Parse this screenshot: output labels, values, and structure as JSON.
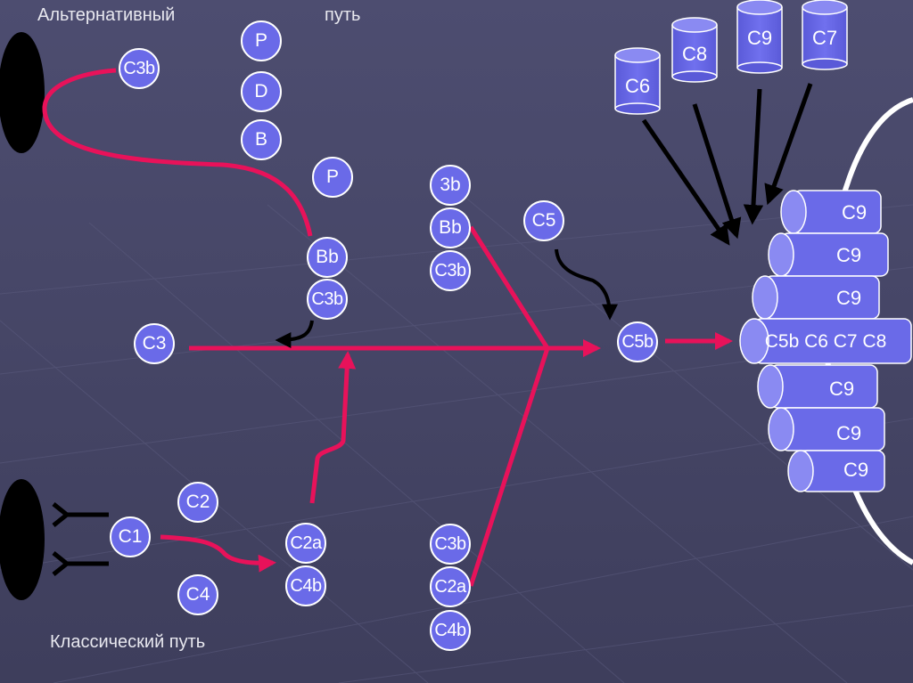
{
  "headings": {
    "alternative": "Альтернативный",
    "path": "путь",
    "classical": "Классический путь"
  },
  "nodes": {
    "c3b_top": "C3b",
    "p1": "P",
    "d": "D",
    "b": "B",
    "p2": "P",
    "bb_left": "Bb",
    "c3b_left": "C3b",
    "c3": "C3",
    "b3": "3b",
    "bb_mid": "Bb",
    "c3b_mid": "C3b",
    "c5": "C5",
    "c5b": "C5b",
    "c2": "C2",
    "c1": "C1",
    "c4": "C4",
    "c2a_left": "C2a",
    "c4b_left": "C4b",
    "c3b_bottom": "C3b",
    "c2a_bottom": "C2a",
    "c4b_bottom": "C4b"
  },
  "cans": {
    "c6": "C6",
    "c8": "C8",
    "c9": "C9",
    "c7": "C7"
  },
  "complex": {
    "c9_1": "C9",
    "c9_2": "C9",
    "c9_3": "C9",
    "mac": "C5b C6 C7 C8",
    "c9_4": "C9",
    "c9_5": "C9",
    "c9_6": "C9"
  },
  "colors": {
    "background": "#4a4a6c",
    "node_fill": "#6a6ae8",
    "arrow_pink": "#e8125a",
    "arrow_black": "#000000"
  }
}
